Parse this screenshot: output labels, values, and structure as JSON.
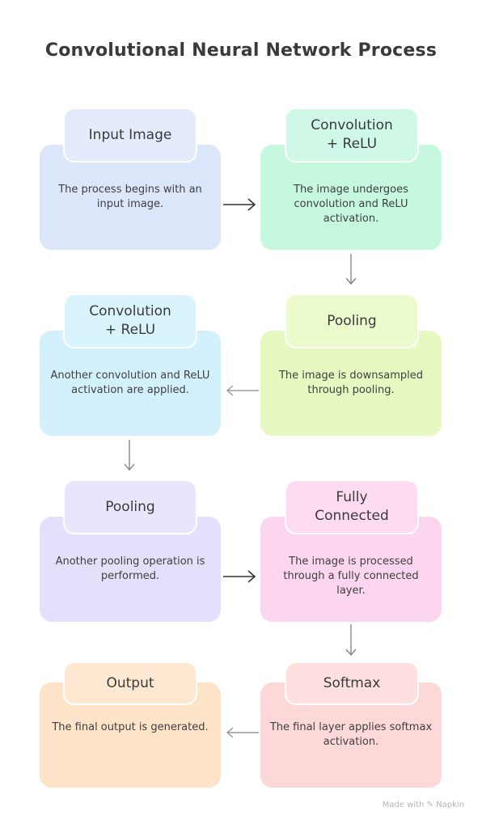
{
  "title": "Convolutional Neural Network Process",
  "steps": [
    {
      "label": "Input Image",
      "description": "The process begins with an input image.",
      "card_color": "#dce6fb",
      "pill_color": "#e3ebfd"
    },
    {
      "label": "Convolution\n+ ReLU",
      "description": "The image undergoes convolution and ReLU activation.",
      "card_color": "#c6f7df",
      "pill_color": "#cff9e6"
    },
    {
      "label": "Pooling",
      "description": "The image is downsampled through pooling.",
      "card_color": "#e6f9c0",
      "pill_color": "#ecfbcb"
    },
    {
      "label": "Convolution\n+ ReLU",
      "description": "Another convolution and ReLU activation are applied.",
      "card_color": "#d2f1fc",
      "pill_color": "#d9f4fd"
    },
    {
      "label": "Pooling",
      "description": "Another pooling operation is performed.",
      "card_color": "#e4e0fb",
      "pill_color": "#e9e5fc"
    },
    {
      "label": "Fully\nConnected",
      "description": "The image is processed through a fully connected layer.",
      "card_color": "#fcd5ef",
      "pill_color": "#fddcf2"
    },
    {
      "label": "Softmax",
      "description": "The final layer applies softmax activation.",
      "card_color": "#fcd9d8",
      "pill_color": "#fde0df"
    },
    {
      "label": "Output",
      "description": "The final output is generated.",
      "card_color": "#fde3c8",
      "pill_color": "#fee8d1"
    }
  ],
  "footer": "Made with ✎ Napkin"
}
